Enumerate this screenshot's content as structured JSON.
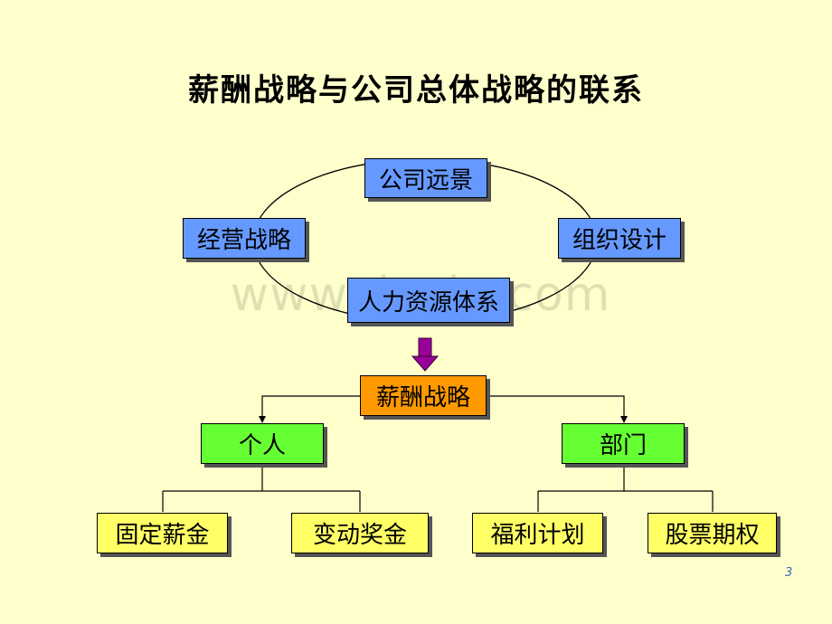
{
  "title": "薪酬战略与公司总体战略的联系",
  "watermark": "www.docin.com",
  "cycle": {
    "top": "公司远景",
    "left": "经营战略",
    "right": "组织设计",
    "bottom": "人力资源体系"
  },
  "strategy": "薪酬战略",
  "level2": {
    "left": "个人",
    "right": "部门"
  },
  "level3": {
    "item1": "固定薪金",
    "item2": "变动奖金",
    "item3": "福利计划",
    "item4": "股票期权"
  },
  "page_number": "3",
  "colors": {
    "background": "#FFFFCC",
    "cycle_box": "#6699FF",
    "strategy_box": "#FF9900",
    "level2_box": "#66FF33",
    "level3_box": "#FFFF66",
    "arrow": "#990099"
  }
}
